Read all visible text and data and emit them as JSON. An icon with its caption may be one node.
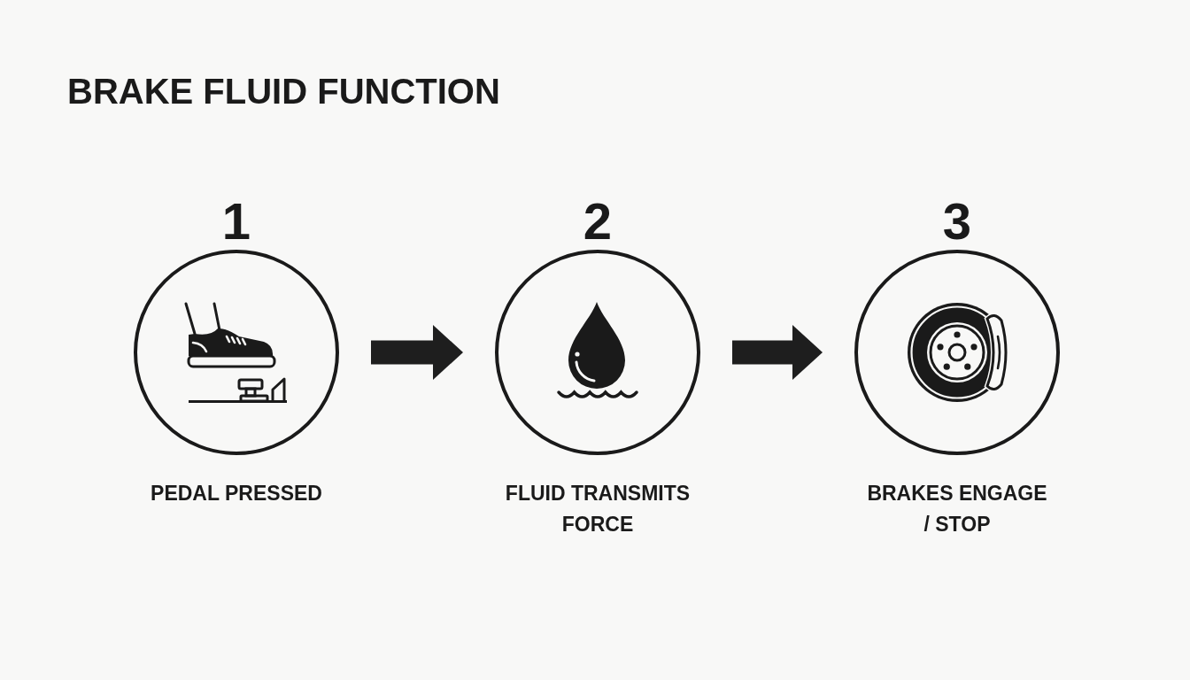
{
  "diagram": {
    "title": "BRAKE FLUID FUNCTION",
    "nodes": [
      {
        "text": [
          "1"
        ],
        "beside": [
          "PEDAL PRESSED"
        ]
      },
      {
        "text": [
          "2"
        ],
        "beside": [
          "FLUID TRANSMITS FORCE"
        ]
      },
      {
        "text": [
          "3"
        ],
        "beside": [
          "BRAKES ENGAGE / STOP"
        ]
      }
    ],
    "edges": [
      {
        "from": 0,
        "to": 1,
        "arrow": "to"
      },
      {
        "from": 1,
        "to": 2,
        "arrow": "to"
      }
    ]
  }
}
